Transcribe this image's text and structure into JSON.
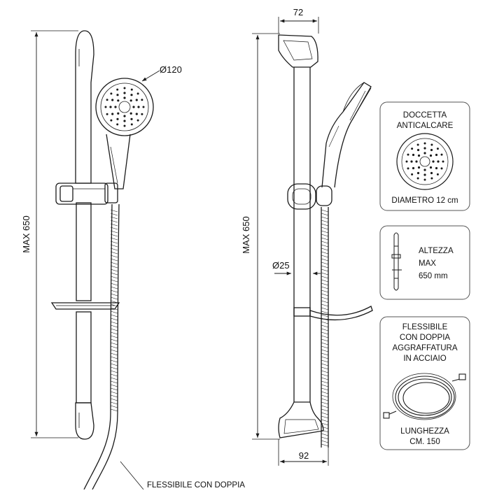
{
  "front_view": {
    "height_label": "MAX 650",
    "head_diameter_label": "Ø120",
    "hose_callout": "FLESSIBILE CON DOPPIA"
  },
  "side_view": {
    "top_width_label": "72",
    "height_label": "MAX 650",
    "bar_diameter_label": "Ø25",
    "bottom_depth_label": "92"
  },
  "panels": {
    "head": {
      "line1": "DOCCETTA",
      "line2": "ANTICALCARE",
      "caption": "DIAMETRO 12 cm"
    },
    "height": {
      "line1": "ALTEZZA",
      "line2": "MAX",
      "line3": "650 mm"
    },
    "hose": {
      "line1": "FLESSIBILE",
      "line2": "CON DOPPIA",
      "line3": "AGGRAFFATURA",
      "line4": "IN ACCIAIO",
      "caption1": "LUNGHEZZA",
      "caption2": "CM. 150"
    }
  },
  "colors": {
    "line": "#1a1a1a",
    "panel_border": "#555555",
    "background": "#ffffff"
  }
}
